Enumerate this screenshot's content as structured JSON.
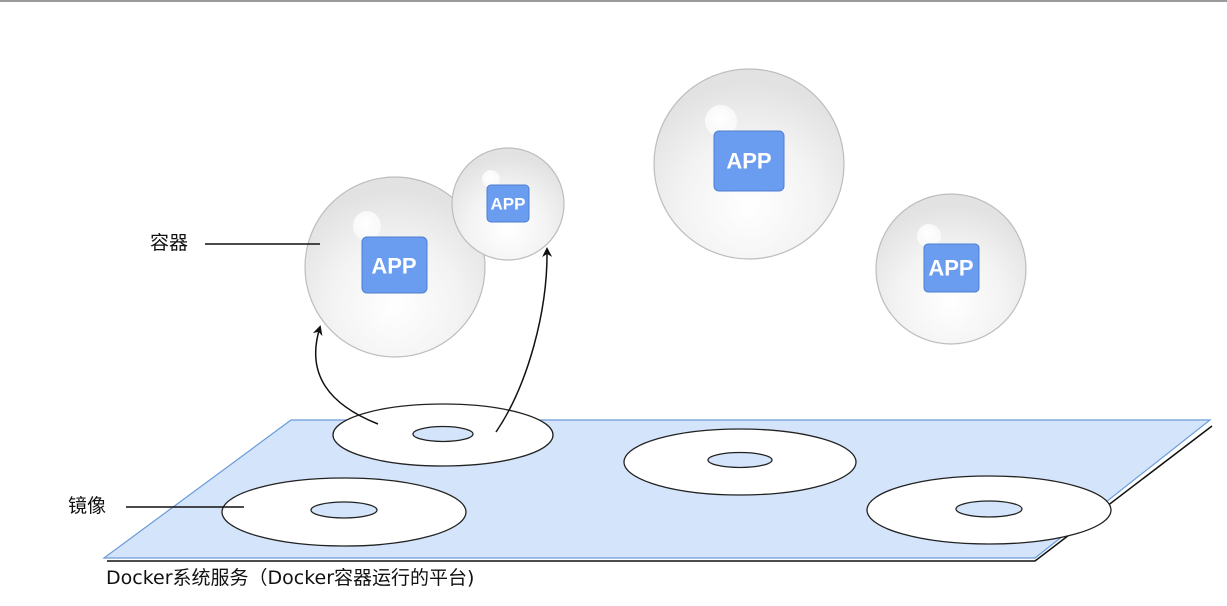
{
  "labels": {
    "container": "容器",
    "image": "镜像",
    "platform": "Docker系统服务（Docker容器运行的平台)"
  },
  "app_label": "APP",
  "colors": {
    "platform_fill": "#d4e5fb",
    "platform_stroke": "#6a9bd8",
    "app_fill": "#6a9cef",
    "app_stroke": "#4f7fd0",
    "disc_fill": "#ffffff",
    "disc_stroke": "#222222",
    "bubble_stroke": "#bdbdbd"
  }
}
